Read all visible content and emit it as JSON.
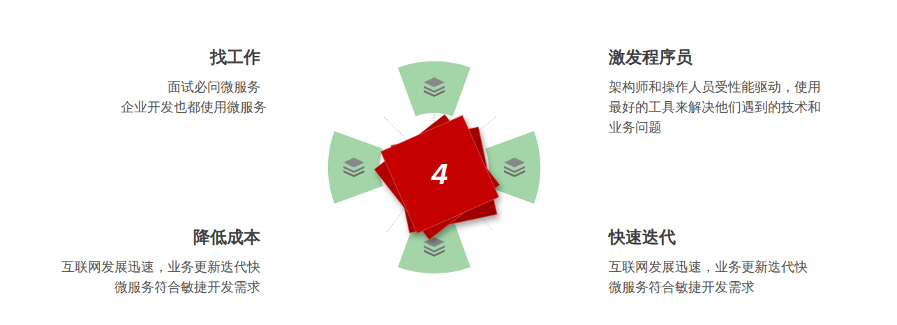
{
  "diagram": {
    "nodes": [
      {
        "text": [
          "4"
        ]
      }
    ],
    "labels": [
      "找工作",
      "面试必问微服务 企业开发也都使用微服务",
      "激发程序员",
      "架构师和操作人员受性能驱动，使用 最好的工具来解决他们遇到的技术和 业务问题",
      "降低成本",
      "互联网发展迅速，业务更新迭代快 微服务符合敏捷开发需求",
      "快速迭代",
      "互联网发展迅速，业务更新迭代快 微服务符合敏捷开发需求"
    ]
  }
}
